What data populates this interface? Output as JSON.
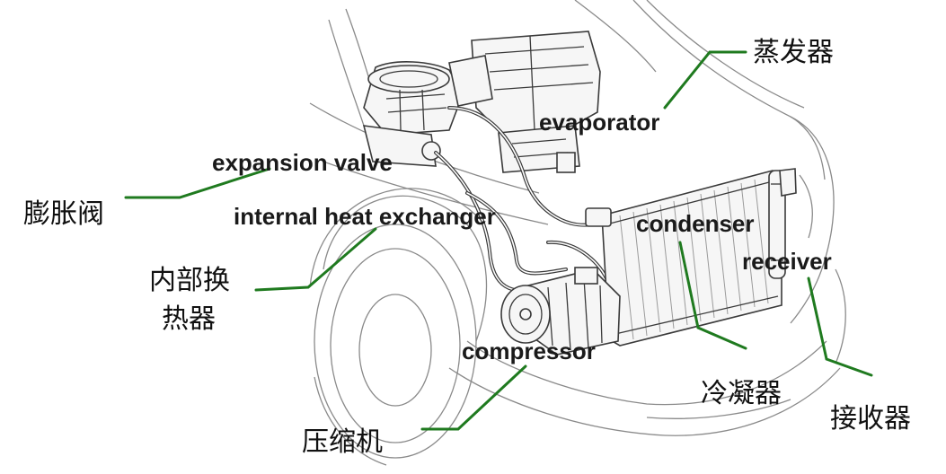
{
  "labels": {
    "evaporator_en": "evaporator",
    "evaporator_zh": "蒸发器",
    "expansion_valve_en": "expansion valve",
    "expansion_valve_zh": "膨胀阀",
    "internal_hx_en": "internal heat exchanger",
    "internal_hx_zh_line1": "内部换",
    "internal_hx_zh_line2": "热器",
    "condenser_en": "condenser",
    "condenser_zh": "冷凝器",
    "receiver_en": "receiver",
    "receiver_zh": "接收器",
    "compressor_en": "compressor",
    "compressor_zh": "压缩机"
  },
  "colors": {
    "leader_line": "#1f7a1f",
    "text": "#111111",
    "drawing": "#3a3a3a"
  }
}
